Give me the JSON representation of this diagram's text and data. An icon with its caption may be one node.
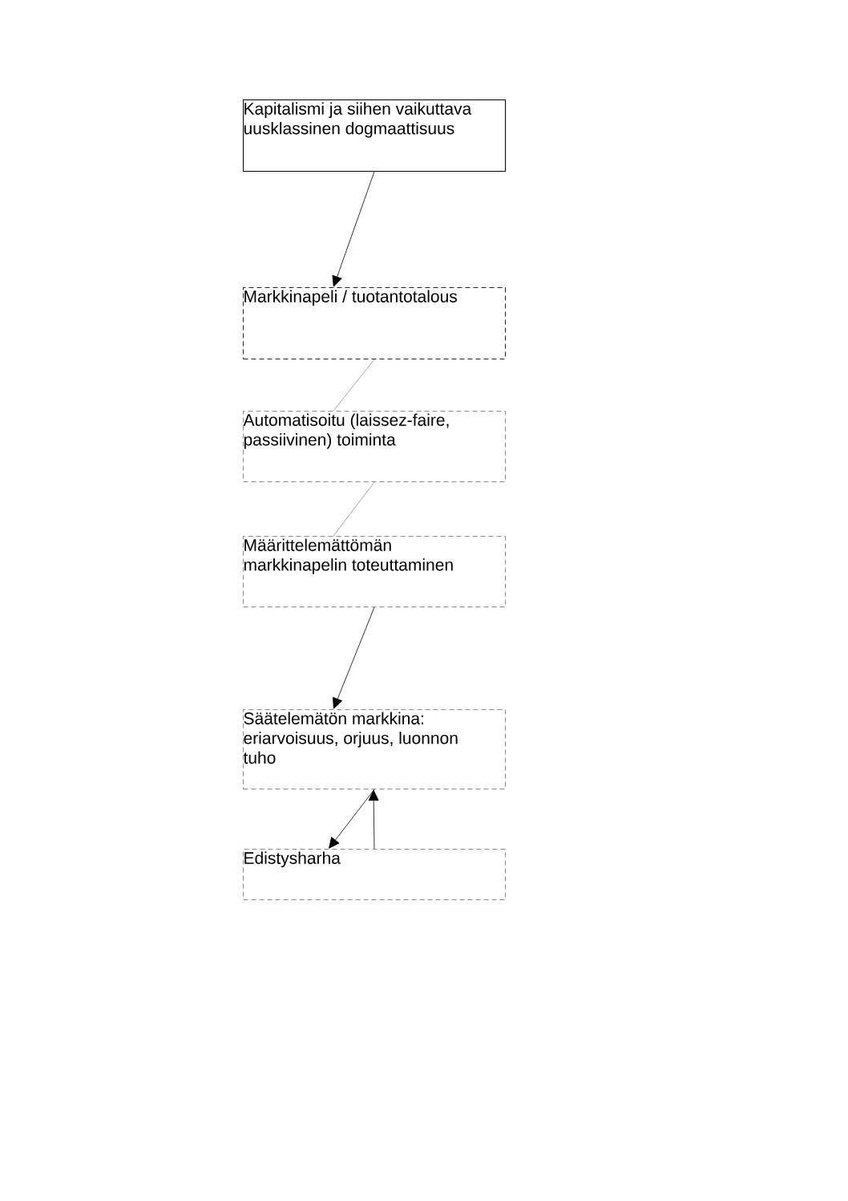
{
  "diagram": {
    "nodes": [
      {
        "text": [
          "Kapitalismi ja siihen vaikuttava uusklassinen dogmaattisuus"
        ]
      },
      {
        "text": [
          "Markkinapeli / tuotantotalous"
        ]
      },
      {
        "text": [
          "Automatisoitu (laissez-faire, passiivinen) toiminta"
        ]
      },
      {
        "text": [
          "Määrittelemättömän markkinapelin toteuttaminen"
        ]
      },
      {
        "text": [
          "Säätelemätön markkina: eriarvoisuus, orjuus, luonnon tuho"
        ]
      },
      {
        "text": [
          "Edistysharha"
        ]
      }
    ],
    "edges": [
      {
        "from": 0,
        "to": 1,
        "arrow": "to"
      },
      {
        "from": 1,
        "to": 2,
        "arrow": "none",
        "color": "#8c8c8c"
      },
      {
        "from": 2,
        "to": 3,
        "arrow": "none",
        "color": "#8c8c8c"
      },
      {
        "from": 3,
        "to": 4,
        "arrow": "to"
      },
      {
        "from": 4,
        "to": 5,
        "arrow": "to"
      },
      {
        "from": 5,
        "to": 4,
        "arrow": "to"
      }
    ]
  }
}
